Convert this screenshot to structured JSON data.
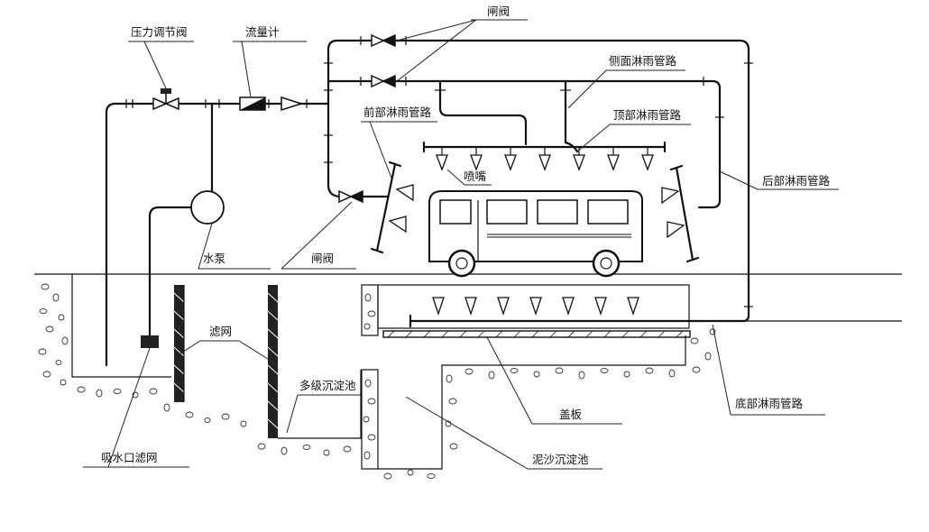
{
  "labels": {
    "pressure_valve": "压力调节阀",
    "flowmeter": "流量计",
    "gate_valve_top": "闸阀",
    "side_spray": "侧面淋雨管路",
    "top_spray": "顶部淋雨管路",
    "front_spray": "前部淋雨管路",
    "nozzle": "喷嘴",
    "rear_spray": "后部淋雨管路",
    "pump": "水泵",
    "gate_valve_mid": "闸阀",
    "filter_screen": "滤网",
    "multi_tank": "多级沉淀池",
    "intake_filter": "吸水口滤网",
    "cover_plate": "盖板",
    "bottom_spray": "底部淋雨管路",
    "mud_tank": "泥沙沉淀池"
  },
  "colors": {
    "line": "#111111",
    "background": "#ffffff"
  }
}
